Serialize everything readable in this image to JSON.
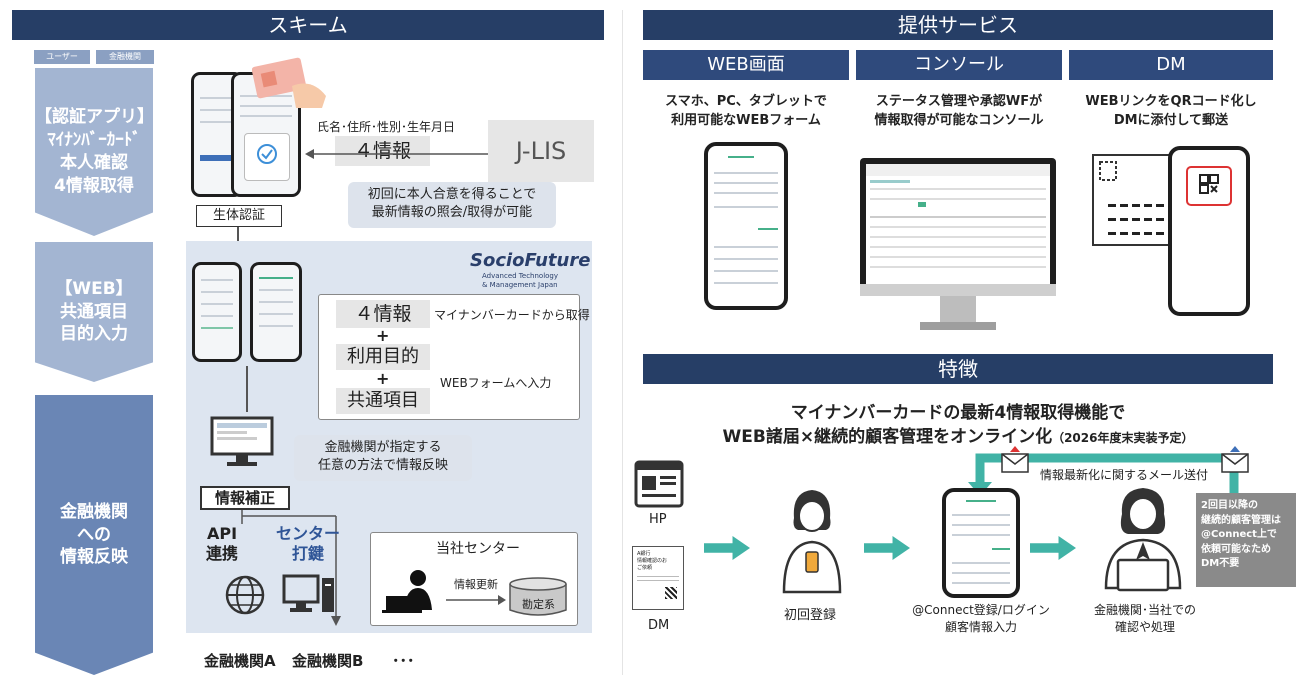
{
  "headers": {
    "scheme": "スキーム",
    "services": "提供サービス",
    "features": "特徴"
  },
  "roles": {
    "user": "ユーザー",
    "bank": "金融機関"
  },
  "steps": [
    {
      "lines": [
        "【認証アプリ】",
        "ﾏｲﾅﾝﾊﾞｰｶｰﾄﾞ",
        "本人確認",
        "4情報取得"
      ]
    },
    {
      "lines": [
        "【WEB】",
        "共通項目",
        "目的入力"
      ]
    },
    {
      "lines": [
        "金融機関",
        "への",
        "情報反映"
      ]
    }
  ],
  "scheme": {
    "info_fields": "氏名･住所･性別･生年月日",
    "four_info": "４情報",
    "jlis": "J-LIS",
    "consent_lines": [
      "初回に本人合意を得ることで",
      "最新情報の照会/取得が可能"
    ],
    "biometric": "生体認証",
    "brand_name": "SocioFuture",
    "brand_sub1": "Advanced Technology",
    "brand_sub2": "& Management Japan",
    "web_items": {
      "a": "４情報",
      "plus1": "+",
      "b": "利用目的",
      "plus2": "+",
      "c": "共通項目"
    },
    "from_card": "マイナンバーカードから取得",
    "to_web": "WEBフォームへ入力",
    "reflect_lines": [
      "金融機関が指定する",
      "任意の方法で情報反映"
    ],
    "info_fix": "情報補正",
    "api_lines": [
      "API",
      "連携"
    ],
    "center_lines": [
      "センター",
      "打鍵"
    ],
    "our_center": "当社センター",
    "info_update": "情報更新",
    "accounting": "勘定系",
    "bank_a": "金融機関A",
    "bank_b": "金融機関B",
    "ellipsis": "･･･"
  },
  "services": [
    {
      "title": "WEB画面",
      "desc": [
        "スマホ、PC、タブレットで",
        "利用可能なWEBフォーム"
      ]
    },
    {
      "title": "コンソール",
      "desc": [
        "ステータス管理や承認WFが",
        "情報取得が可能なコンソール"
      ]
    },
    {
      "title": "DM",
      "desc": [
        "WEBリンクをQRコード化し",
        "DMに添付して郵送"
      ]
    }
  ],
  "features": {
    "headline1": "マイナンバーカードの最新4情報取得機能で",
    "headline2": "WEB諸届×継続的顧客管理をオンライン化",
    "headline2_note": "（2026年度末実装予定）",
    "mail_note": "情報最新化に関するメール送付",
    "hp": "HP",
    "dm": "DM",
    "dm_paper_lines": [
      "A銀行",
      "情報確認のお",
      "ご依頼"
    ],
    "first_reg": "初回登録",
    "connect_lines": [
      "@Connect登録/ログイン",
      "顧客情報入力"
    ],
    "bank_check_lines": [
      "金融機関･当社での",
      "確認や処理"
    ],
    "side_note_lines": [
      "2回目以降の",
      "継続的顧客管理は",
      "@Connect上で",
      "依頼可能なため",
      "DM不要"
    ]
  },
  "colors": {
    "navy": "#263e66",
    "teal": "#41b3a6",
    "light_blue": "#a3b5d2",
    "mid_blue": "#6a86b5",
    "panel": "#dde5f0"
  }
}
